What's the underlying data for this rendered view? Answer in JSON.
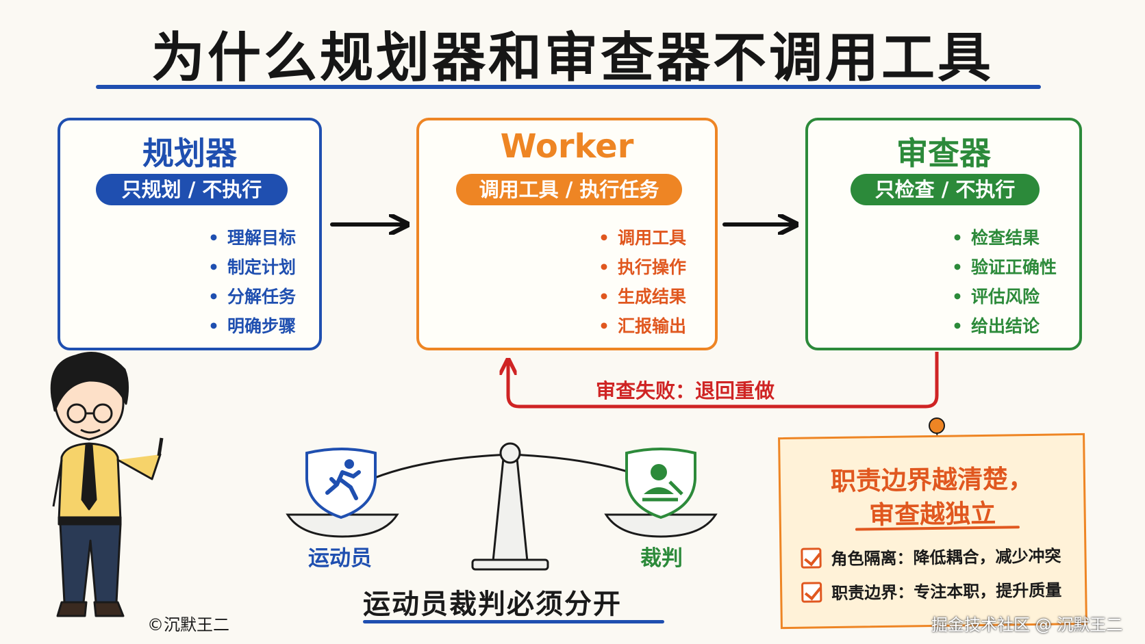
{
  "title": "为什么规划器和审查器不调用工具",
  "roles": [
    {
      "title": "规划器",
      "badge": "只规划 / 不执行",
      "items": [
        "理解目标",
        "制定计划",
        "分解任务",
        "明确步骤"
      ],
      "color": "#1f4fb0",
      "icon": "thinking-person-icon"
    },
    {
      "title": "Worker",
      "badge": "调用工具 / 执行任务",
      "items": [
        "调用工具",
        "执行操作",
        "生成结果",
        "汇报输出"
      ],
      "color": "#ee8524",
      "icon": "robot-icon"
    },
    {
      "title": "审查器",
      "badge": "只检查 / 不执行",
      "items": [
        "检查结果",
        "验证正确性",
        "评估风险",
        "给出结论"
      ],
      "color": "#2c8a3a",
      "icon": "inspector-icon"
    }
  ],
  "feedback": {
    "label": "审查失败：退回重做",
    "color": "#cf2424"
  },
  "scale": {
    "left_label": "运动员",
    "right_label": "裁判",
    "caption": "运动员裁判必须分开",
    "left_icon": "running-man-shield-icon",
    "right_icon": "judge-shield-icon"
  },
  "note": {
    "line1": "职责边界越清楚，",
    "line2": "审查越独立",
    "items": [
      "角色隔离：降低耦合，减少冲突",
      "职责边界：专注本职，提升质量"
    ]
  },
  "copyright": "©沉默王二",
  "watermark": "掘金技术社区 @ 沉默王二"
}
